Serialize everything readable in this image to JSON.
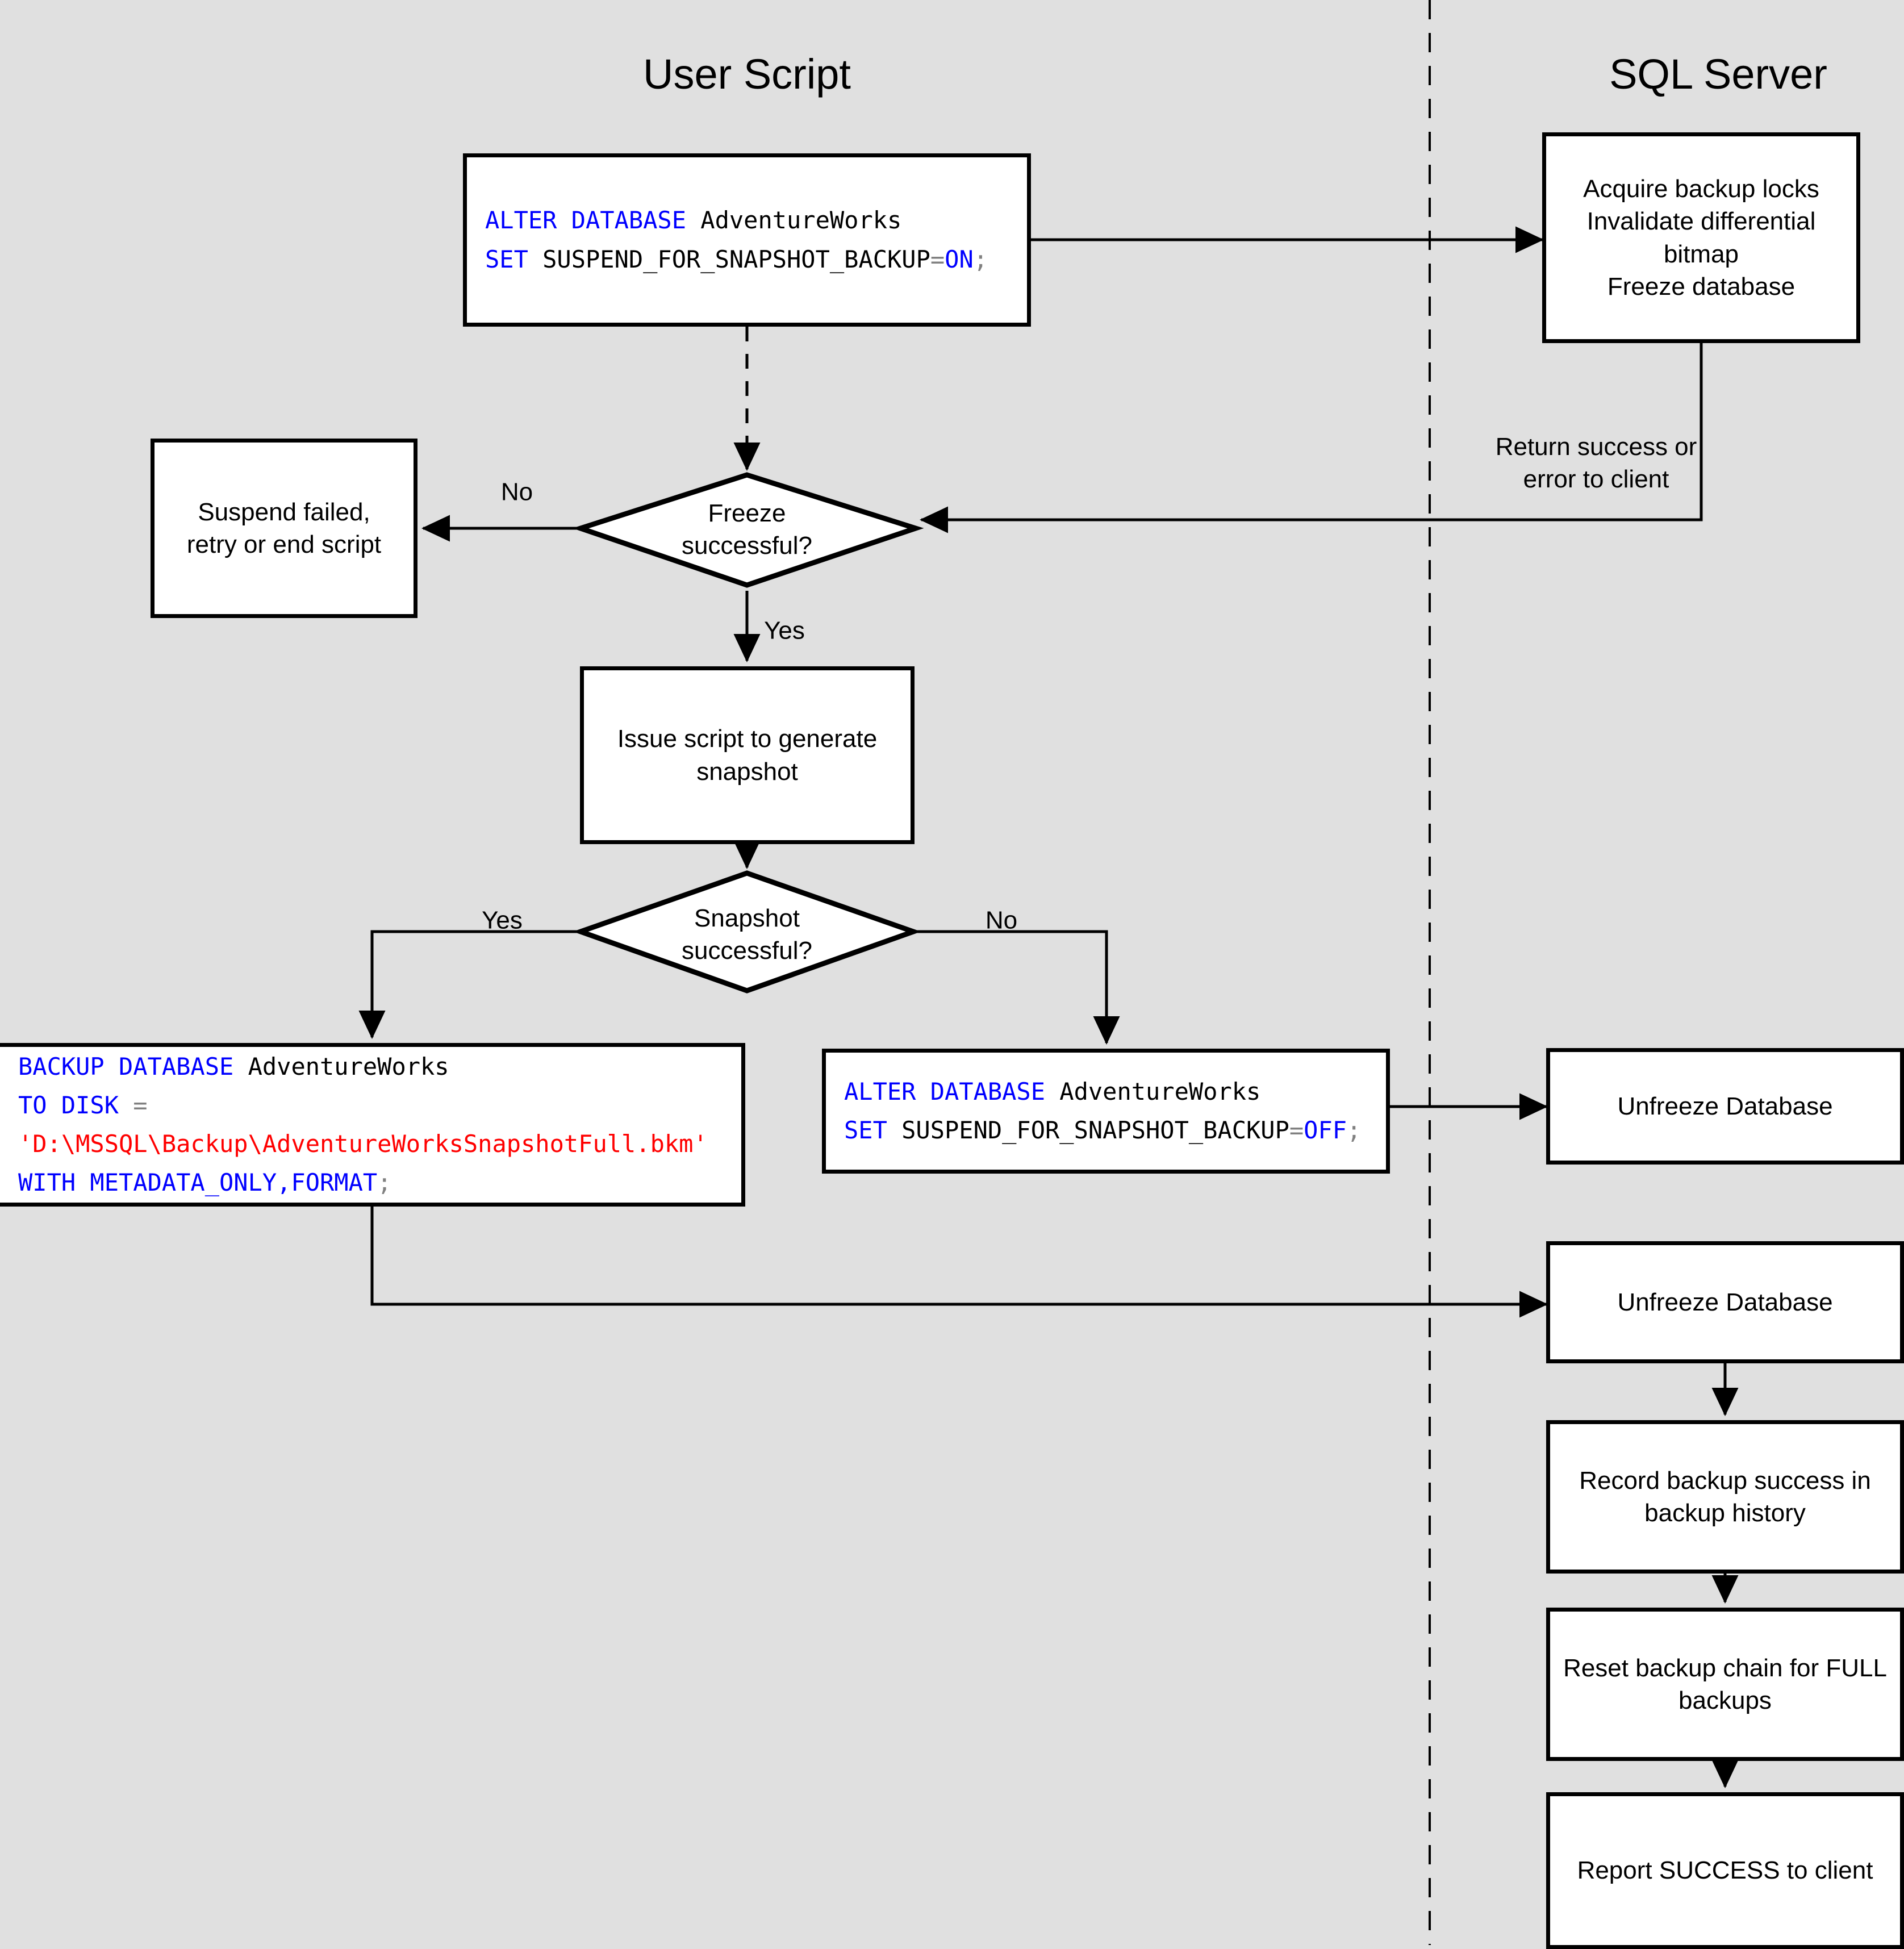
{
  "diagram": {
    "title_user_script": "User Script",
    "title_sql_server": "SQL Server",
    "background_color": "#e0e0e0",
    "keyword_color": "#0000ff",
    "string_color": "#ff0000",
    "operator_color": "#808080"
  },
  "nodes": {
    "alter_on": {
      "line1_kw": "ALTER DATABASE",
      "line1_obj": " AdventureWorks",
      "line2_kw": "SET",
      "line2_opt": " SUSPEND_FOR_SNAPSHOT_BACKUP",
      "line2_eq": "=",
      "line2_val": "ON",
      "line2_end": ";"
    },
    "sql_freeze": "Acquire backup locks\nInvalidate differential\nbitmap\nFreeze database",
    "suspend_failed": "Suspend failed,\nretry or end script",
    "freeze_decision": "Freeze\nsuccessful?",
    "issue_script": "Issue script to generate\nsnapshot",
    "snapshot_decision": "Snapshot\nsuccessful?",
    "backup_database": {
      "l1_kw": "BACKUP DATABASE",
      "l1_obj": " AdventureWorks",
      "l2_kw": "TO DISK ",
      "l2_eq": "=",
      "l3_str": "'D:\\MSSQL\\Backup\\AdventureWorksSnapshotFull.bkm'",
      "l4_kw": "WITH METADATA_ONLY,FORMAT",
      "l4_end": ";"
    },
    "alter_off": {
      "line1_kw": "ALTER DATABASE",
      "line1_obj": " AdventureWorks",
      "line2_kw": "SET",
      "line2_opt": " SUSPEND_FOR_SNAPSHOT_BACKUP",
      "line2_eq": "=",
      "line2_val": "OFF",
      "line2_end": ";"
    },
    "unfreeze_1": "Unfreeze Database",
    "unfreeze_2": "Unfreeze Database",
    "record_backup": "Record backup success in\nbackup history",
    "reset_chain": "Reset backup chain for FULL\nbackups",
    "report_success": "Report SUCCESS to client"
  },
  "edge_labels": {
    "return_to_client": "Return success or\nerror to client",
    "freeze_no": "No",
    "freeze_yes": "Yes",
    "snapshot_yes": "Yes",
    "snapshot_no": "No"
  }
}
